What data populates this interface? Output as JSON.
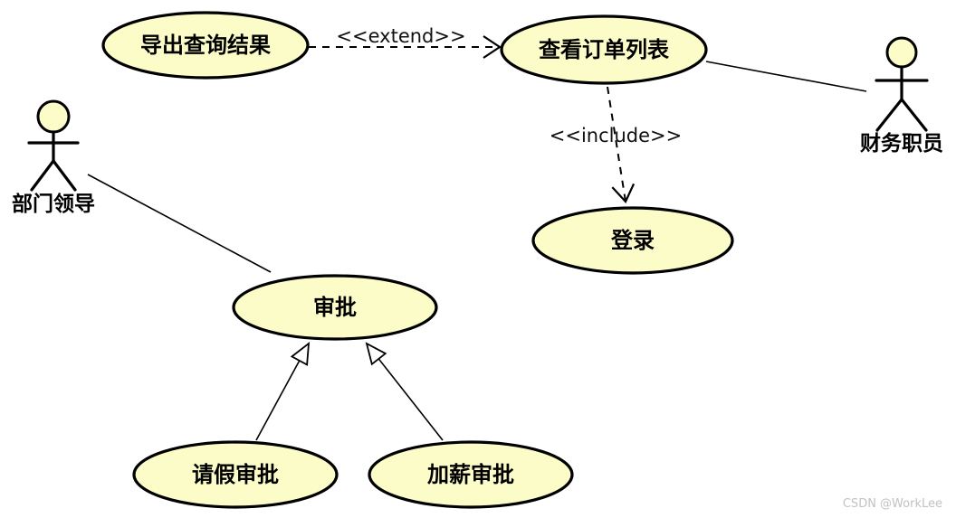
{
  "diagram": {
    "type": "UML use case diagram",
    "background": "#ffffff",
    "node_fill": "#FCFCC9",
    "node_stroke": "#000000",
    "actors": [
      {
        "id": "department-leader",
        "label": "部门领导"
      },
      {
        "id": "finance-clerk",
        "label": "财务职员"
      }
    ],
    "use_cases": [
      {
        "id": "export-query-results",
        "label": "导出查询结果"
      },
      {
        "id": "view-order-list",
        "label": "查看订单列表"
      },
      {
        "id": "login",
        "label": "登录"
      },
      {
        "id": "approval",
        "label": "审批"
      },
      {
        "id": "leave-approval",
        "label": "请假审批"
      },
      {
        "id": "raise-approval",
        "label": "加薪审批"
      }
    ],
    "relations": [
      {
        "type": "extend",
        "from": "export-query-results",
        "to": "view-order-list",
        "label": "<<extend>>"
      },
      {
        "type": "include",
        "from": "view-order-list",
        "to": "login",
        "label": "<<include>>"
      },
      {
        "type": "association",
        "from": "view-order-list",
        "to": "finance-clerk"
      },
      {
        "type": "association",
        "from": "department-leader",
        "to": "approval"
      },
      {
        "type": "generalization",
        "from": "leave-approval",
        "to": "approval"
      },
      {
        "type": "generalization",
        "from": "raise-approval",
        "to": "approval"
      }
    ]
  },
  "watermark": {
    "text": "CSDN @WorkLee",
    "color": "#c2c2c2"
  }
}
